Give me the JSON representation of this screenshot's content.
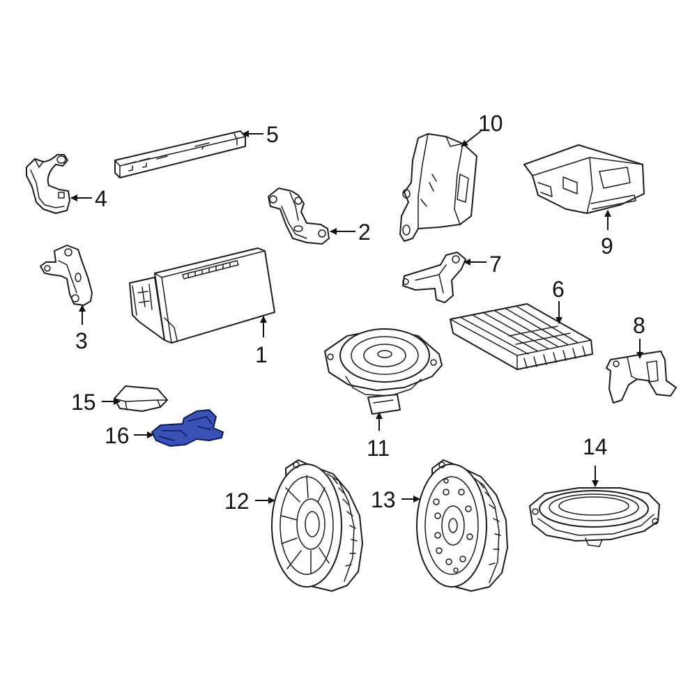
{
  "diagram": {
    "highlight_color": "#3a52b8",
    "line_color": "#1a1a1a",
    "callouts": [
      {
        "id": "1",
        "label": "1"
      },
      {
        "id": "2",
        "label": "2"
      },
      {
        "id": "3",
        "label": "3"
      },
      {
        "id": "4",
        "label": "4"
      },
      {
        "id": "5",
        "label": "5"
      },
      {
        "id": "6",
        "label": "6"
      },
      {
        "id": "7",
        "label": "7"
      },
      {
        "id": "8",
        "label": "8"
      },
      {
        "id": "9",
        "label": "9"
      },
      {
        "id": "10",
        "label": "10"
      },
      {
        "id": "11",
        "label": "11"
      },
      {
        "id": "12",
        "label": "12"
      },
      {
        "id": "13",
        "label": "13"
      },
      {
        "id": "14",
        "label": "14"
      },
      {
        "id": "15",
        "label": "15"
      },
      {
        "id": "16",
        "label": "16",
        "highlighted": true
      }
    ]
  }
}
